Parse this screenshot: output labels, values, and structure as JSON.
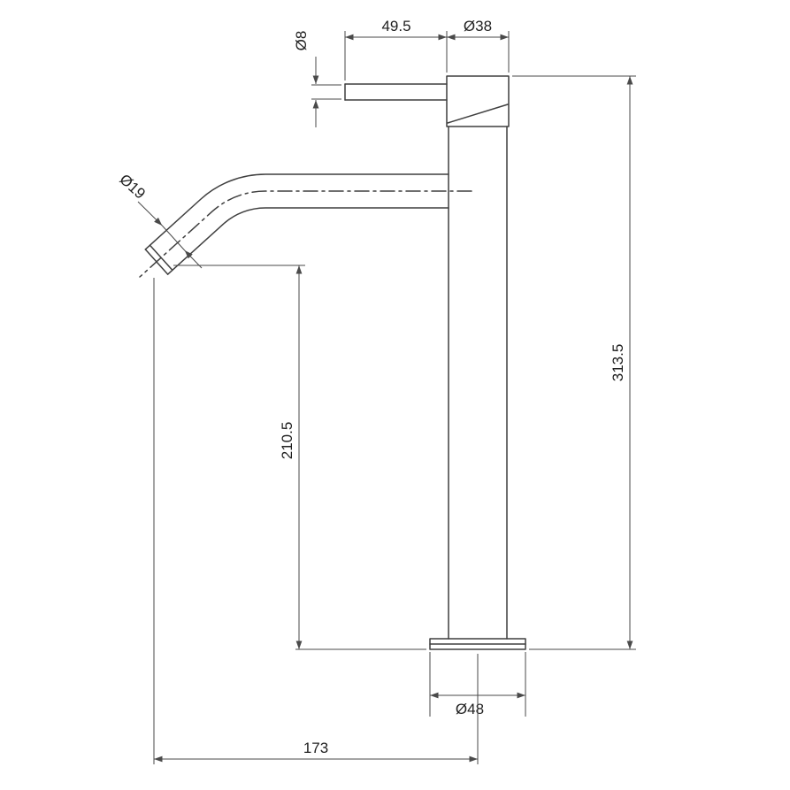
{
  "drawing": {
    "background_color": "#ffffff",
    "line_color": "#3f3f3f",
    "dimension_color": "#4a4a4a",
    "labels": {
      "handle_length": "49.5",
      "head_diameter": "Ø38",
      "handle_diameter": "Ø8",
      "spout_diameter": "Ø19",
      "overall_height": "313.5",
      "spout_height": "210.5",
      "base_diameter": "Ø48",
      "spout_reach": "173"
    }
  }
}
